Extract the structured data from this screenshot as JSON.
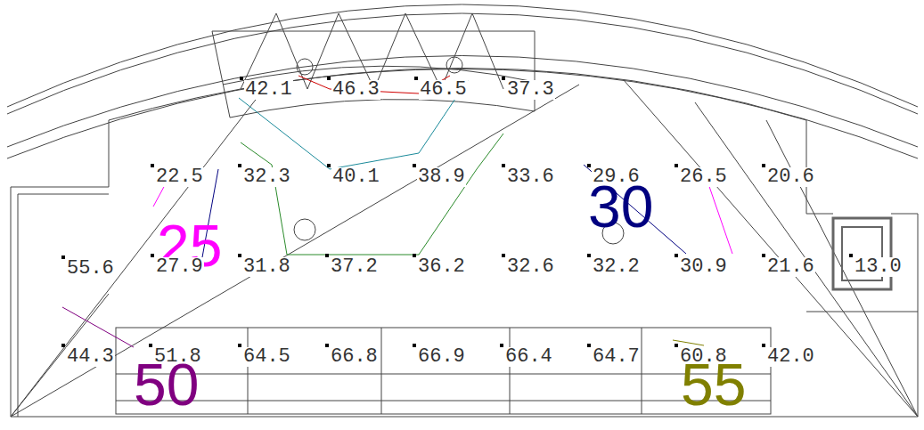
{
  "diagram": {
    "labels": [
      "42.1",
      "46.3",
      "46.5",
      "37.3",
      "22.5",
      "32.3",
      "40.1",
      "38.9",
      "33.6",
      "29.6",
      "26.5",
      "20.6",
      "30",
      "25",
      "55.6",
      "27.9",
      "31.8",
      "37.2",
      "36.2",
      "32.6",
      "32.2",
      "30.9",
      "21.6",
      "13.0",
      "44.3",
      "51.8",
      "64.5",
      "66.8",
      "66.9",
      "66.4",
      "64.7",
      "60.8",
      "42.0",
      "50",
      "55"
    ]
  }
}
